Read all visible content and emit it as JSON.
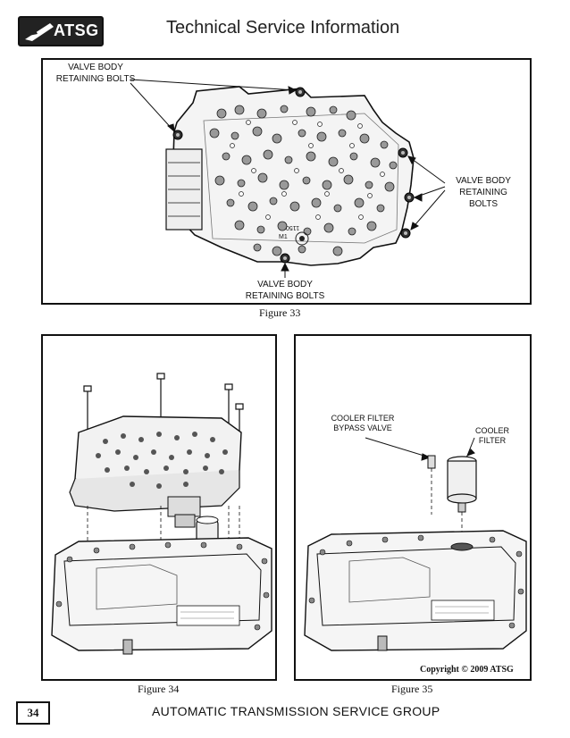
{
  "header": {
    "logo_text": "ATSG",
    "title": "Technical Service Information"
  },
  "figure33": {
    "caption": "Figure 33",
    "callout_top_left": [
      "VALVE BODY",
      "RETAINING BOLTS"
    ],
    "callout_right": [
      "VALVE BODY",
      "RETAINING BOLTS"
    ],
    "callout_bottom": [
      "VALVE BODY",
      "RETAINING BOLTS"
    ],
    "stamp_code": "1150",
    "stamp_small": "M1"
  },
  "figure34": {
    "caption": "Figure 34"
  },
  "figure35": {
    "caption": "Figure 35",
    "callout_bypass": [
      "COOLER FILTER",
      "BYPASS VALVE"
    ],
    "callout_filter": "COOLER FILTER",
    "copyright": "Copyright © 2009 ATSG"
  },
  "footer": {
    "page_number": "34",
    "text": "AUTOMATIC TRANSMISSION SERVICE GROUP"
  }
}
